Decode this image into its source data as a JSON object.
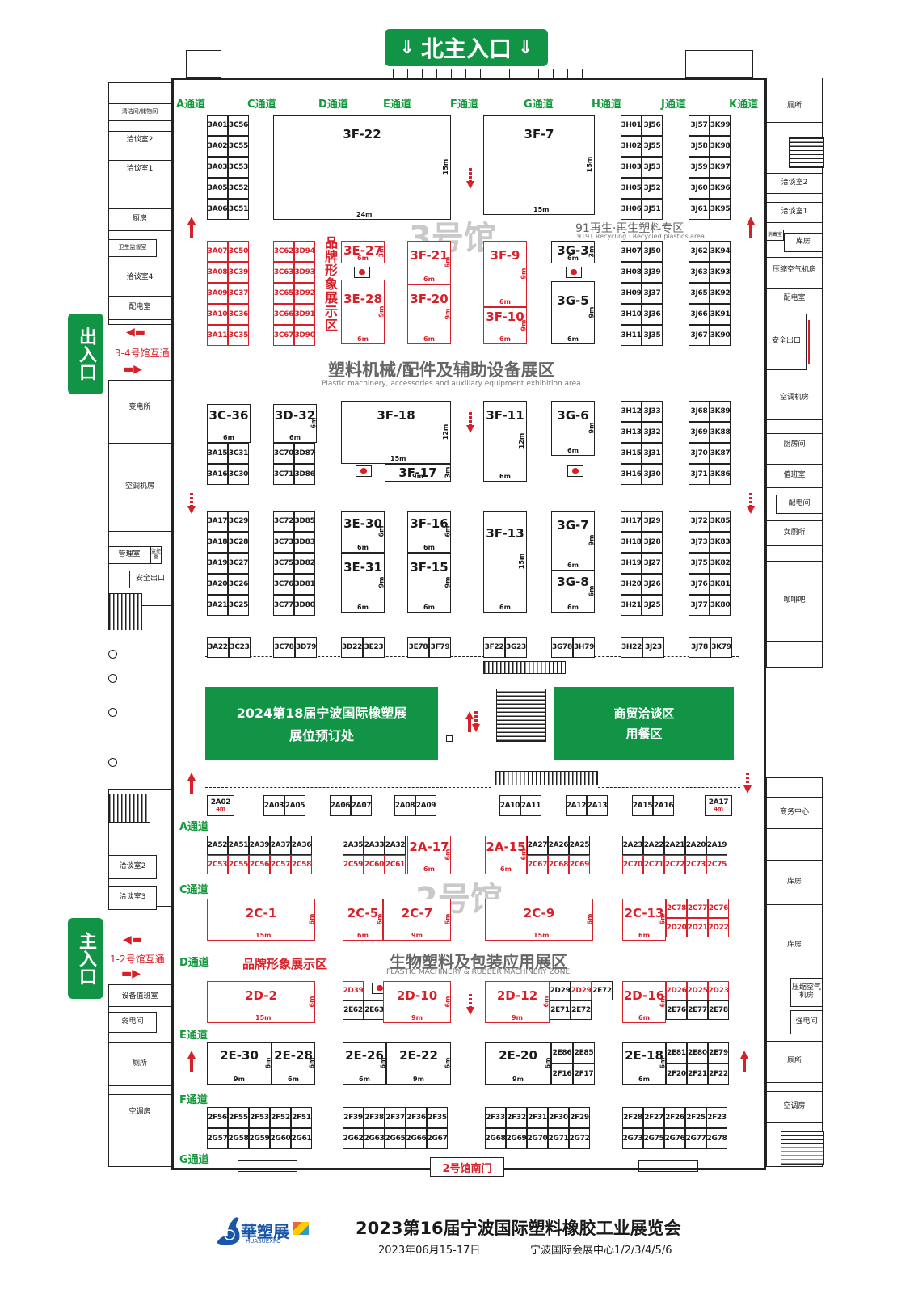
{
  "north_entrance": "北主入口",
  "west_top_sign": "出入口",
  "west_bottom_sign": "主入口",
  "hall3_watermark": "3号馆",
  "hall2_watermark": "2号馆",
  "connect_34": "3-4号馆互通",
  "connect_12": "1-2号馆互通",
  "south_gate": "2号馆南门",
  "top_aisles": [
    "A通道",
    "C通道",
    "D通道",
    "E通道",
    "F通道",
    "G通道",
    "H通道",
    "J通道",
    "K通道"
  ],
  "hall2_aisles": [
    "A通道",
    "C通道",
    "D通道",
    "E通道",
    "F通道",
    "G通道"
  ],
  "zone_plastic": {
    "cn": "塑料机械/配件及辅助设备展区",
    "en": "Plastic machinery, accessories and auxiliary equipment exhibition area"
  },
  "zone_recycle": {
    "cn": "91再生·再生塑料专区",
    "en": "9191 Recycling · Recycled plastics area"
  },
  "zone_bio": {
    "cn": "生物塑料及包装应用展区",
    "en": "PLASTIC MACHINERY & RUBBER MACHINERY ZONE"
  },
  "brand_zone_3": "品牌形象展示区",
  "brand_zone_2": "品牌形象展示区",
  "booking": {
    "line1": "2024第18届宁波国际橡塑展",
    "line2": "展位预订处"
  },
  "trade": {
    "line1": "商贸洽谈区",
    "line2": "用餐区"
  },
  "footer": {
    "logo": "華塑展",
    "logo_en": "HUASUEXPO",
    "title": "2023第16届宁波国际塑料橡胶工业展览会",
    "date": "2023年06月15-17日",
    "venue": "宁波国际会展中心1/2/3/4/5/6"
  },
  "left_rooms": [
    "清洁间/储物间",
    "洽谈室2",
    "洽谈室1",
    "厨房",
    "卫生监督室",
    "洽谈室4",
    "配电室",
    "变电所",
    "空调机房",
    "管理室",
    "监控室",
    "安全出口",
    "洽谈室2",
    "洽谈室3",
    "设备值班室",
    "弱电间",
    "厕所",
    "空调房"
  ],
  "right_rooms": [
    "厕所",
    "洽谈室2",
    "洽谈室1",
    "消毒室",
    "库房",
    "压缩空气机房",
    "配电室",
    "安全出口",
    "空调机房",
    "厨房间",
    "值班室",
    "配电间",
    "女厕所",
    "咖啡吧",
    "商务中心",
    "库房",
    "库房",
    "压缩空气机房",
    "强电间",
    "厕所",
    "空调房"
  ],
  "hall3_big": [
    {
      "n": "3F-22",
      "d1": "24m",
      "d2": "15m"
    },
    {
      "n": "3F-7",
      "d1": "15m",
      "d2": "15m"
    },
    {
      "n": "3E-27",
      "d1": "6m",
      "d2": "3m"
    },
    {
      "n": "3E-28",
      "d1": "6m",
      "d2": "9m"
    },
    {
      "n": "3F-21",
      "d1": "6m",
      "d2": "6m"
    },
    {
      "n": "3F-20",
      "d1": "6m",
      "d2": "9m"
    },
    {
      "n": "3F-9",
      "d1": "6m",
      "d2": "9m"
    },
    {
      "n": "3F-10",
      "d1": "6m",
      "d2": "9m"
    },
    {
      "n": "3G-3",
      "d1": "6m",
      "d2": "3m"
    },
    {
      "n": "3G-5",
      "d1": "6m",
      "d2": "9m"
    },
    {
      "n": "3C-36",
      "d1": "6m"
    },
    {
      "n": "3D-32",
      "d1": "6m",
      "d2": "6m"
    },
    {
      "n": "3F-18",
      "d1": "15m",
      "d2": "12m"
    },
    {
      "n": "3F-17",
      "d1": "9m",
      "d2": "3m"
    },
    {
      "n": "3F-11",
      "d1": "6m",
      "d2": "12m"
    },
    {
      "n": "3G-6",
      "d1": "6m",
      "d2": "9m"
    },
    {
      "n": "3E-30",
      "d1": "6m",
      "d2": "6m"
    },
    {
      "n": "3E-31",
      "d1": "6m",
      "d2": "9m"
    },
    {
      "n": "3F-16",
      "d1": "6m",
      "d2": "6m"
    },
    {
      "n": "3F-15",
      "d1": "6m",
      "d2": "9m"
    },
    {
      "n": "3F-13",
      "d1": "6m",
      "d2": "15m"
    },
    {
      "n": "3G-7",
      "d1": "6m",
      "d2": "9m"
    },
    {
      "n": "3G-8",
      "d1": "6m",
      "d2": "6m"
    }
  ],
  "hall3_cells": {
    "A1": [
      "3A01",
      "3C56",
      "3A02",
      "3C55",
      "3A03",
      "3C53",
      "3A05",
      "3C52",
      "3A06",
      "3C51"
    ],
    "A2": [
      "3A07",
      "3C50",
      "3A08",
      "3C39",
      "3A09",
      "3C37",
      "3A10",
      "3C36",
      "3A11",
      "3C35"
    ],
    "C2": [
      "3C62",
      "3D94",
      "3C63",
      "3D93",
      "3C65",
      "3D92",
      "3C66",
      "3D91",
      "3C67",
      "3D90"
    ],
    "H1": [
      "3H01",
      "3J56",
      "3H02",
      "3J55",
      "3H03",
      "3J53",
      "3H05",
      "3J52",
      "3H06",
      "3J51"
    ],
    "K1": [
      "3J57",
      "3K99",
      "3J58",
      "3K98",
      "3J59",
      "3K97",
      "3J60",
      "3K96",
      "3J61",
      "3K95"
    ],
    "H2": [
      "3H07",
      "3J50",
      "3H08",
      "3J39",
      "3H09",
      "3J37",
      "3H10",
      "3J36",
      "3H11",
      "3J35"
    ],
    "K2": [
      "3J62",
      "3K94",
      "3J63",
      "3K93",
      "3J65",
      "3K92",
      "3J66",
      "3K91",
      "3J67",
      "3K90"
    ],
    "A3": [
      "3A15",
      "3C31",
      "3A16",
      "3C30"
    ],
    "C3": [
      "3C70",
      "3D87",
      "3C71",
      "3D86"
    ],
    "H3": [
      "3H12",
      "3J33",
      "3H13",
      "3J32",
      "3H15",
      "3J31",
      "3H16",
      "3J30"
    ],
    "K3": [
      "3J68",
      "3K89",
      "3J69",
      "3K88",
      "3J70",
      "3K87",
      "3J71",
      "3K86"
    ],
    "A4": [
      "3A17",
      "3C29",
      "3A18",
      "3C28",
      "3A19",
      "3C27",
      "3A20",
      "3C26",
      "3A21",
      "3C25"
    ],
    "C4": [
      "3C72",
      "3D85",
      "3C73",
      "3D83",
      "3C75",
      "3D82",
      "3C76",
      "3D81",
      "3C77",
      "3D80"
    ],
    "H4": [
      "3H17",
      "3J29",
      "3H18",
      "3J28",
      "3H19",
      "3J27",
      "3H20",
      "3J26",
      "3H21",
      "3J25"
    ],
    "K4": [
      "3J72",
      "3K85",
      "3J73",
      "3K83",
      "3J75",
      "3K82",
      "3J76",
      "3K81",
      "3J77",
      "3K80"
    ],
    "row5": [
      "3A22",
      "3C23",
      "3C78",
      "3D79",
      "3D22",
      "3E23",
      "3E78",
      "3F79",
      "3F22",
      "3G23",
      "3G78",
      "3H79",
      "3H22",
      "3J23",
      "3J78",
      "3K79"
    ]
  },
  "hall2_top": [
    "2A02",
    "4m",
    "2A03",
    "2A05",
    "2A06",
    "2A07",
    "2A08",
    "2A09",
    "2A10",
    "2A11",
    "2A12",
    "2A13",
    "2A15",
    "2A16",
    "2A17",
    "4m"
  ],
  "hall2_big": [
    {
      "n": "2A-17",
      "d1": "6m",
      "d2": "6m"
    },
    {
      "n": "2A-15",
      "d1": "6m",
      "d2": "6m"
    },
    {
      "n": "2C-1",
      "d1": "15m",
      "d2": "6m"
    },
    {
      "n": "2C-5",
      "d1": "6m",
      "d2": "6m"
    },
    {
      "n": "2C-7",
      "d1": "9m",
      "d2": "6m"
    },
    {
      "n": "2C-9",
      "d1": "15m",
      "d2": "6m"
    },
    {
      "n": "2C-13",
      "d1": "6m",
      "d2": "6m"
    },
    {
      "n": "2D-2",
      "d1": "15m",
      "d2": "6m"
    },
    {
      "n": "2D-10",
      "d1": "9m",
      "d2": "6m"
    },
    {
      "n": "2D-12",
      "d1": "9m",
      "d2": "6m"
    },
    {
      "n": "2D-16",
      "d1": "6m",
      "d2": "6m"
    },
    {
      "n": "2E-30",
      "d1": "9m",
      "d2": "6m"
    },
    {
      "n": "2E-28",
      "d1": "6m",
      "d2": "6m"
    },
    {
      "n": "2E-26",
      "d1": "6m",
      "d2": "6m"
    },
    {
      "n": "2E-22",
      "d1": "9m",
      "d2": "6m"
    },
    {
      "n": "2E-20",
      "d1": "9m",
      "d2": "6m"
    },
    {
      "n": "2E-18",
      "d1": "6m",
      "d2": "6m"
    }
  ],
  "hall2_cells": {
    "r1a": [
      "2A52",
      "2A51",
      "2A39",
      "2A37",
      "2A36"
    ],
    "r1b": [
      "2C53",
      "2C55",
      "2C56",
      "2C57",
      "2C58"
    ],
    "r1c": [
      "2A35",
      "2A33",
      "2A32"
    ],
    "r1d": [
      "2C59",
      "2C60",
      "2C61"
    ],
    "r1e": [
      "2A27",
      "2A26",
      "2A25"
    ],
    "r1f": [
      "2C67",
      "2C68",
      "2C69"
    ],
    "r1g": [
      "2A23",
      "2A22",
      "2A21",
      "2A20",
      "2A19"
    ],
    "r1h": [
      "2C70",
      "2C71",
      "2C72",
      "2C73",
      "2C75"
    ],
    "c13a": [
      "2C78",
      "2C77",
      "2C76"
    ],
    "c13b": [
      "2D20",
      "2D21",
      "2D22"
    ],
    "d39": [
      "2D39",
      "2E62",
      "2E63"
    ],
    "d29": [
      "2D29",
      "2E71",
      "2E72"
    ],
    "d16a": [
      "2D26",
      "2D25",
      "2D23"
    ],
    "d16b": [
      "2E76",
      "2E77",
      "2E78"
    ],
    "e20a": [
      "2E86",
      "2E85",
      "2F16",
      "2F17"
    ],
    "e18a": [
      "2E81",
      "2E80",
      "2E79",
      "2F20",
      "2F21",
      "2F22"
    ],
    "f1a": [
      "2F56",
      "2F55",
      "2F53",
      "2F52",
      "2F51"
    ],
    "f1b": [
      "2G57",
      "2G58",
      "2G59",
      "2G60",
      "2G61"
    ],
    "f2a": [
      "2F39",
      "2F38",
      "2F37",
      "2F36",
      "2F35"
    ],
    "f2b": [
      "2G62",
      "2G63",
      "2G65",
      "2G66",
      "2G67"
    ],
    "f3a": [
      "2F33",
      "2F32",
      "2F31",
      "2F30",
      "2F29"
    ],
    "f3b": [
      "2G68",
      "2G69",
      "2G70",
      "2G71",
      "2G72"
    ],
    "f4a": [
      "2F28",
      "2F27",
      "2F26",
      "2F25",
      "2F23"
    ],
    "f4b": [
      "2G73",
      "2G75",
      "2G76",
      "2G77",
      "2G78"
    ]
  },
  "colors": {
    "green": "#129447",
    "red": "#d8202a"
  }
}
